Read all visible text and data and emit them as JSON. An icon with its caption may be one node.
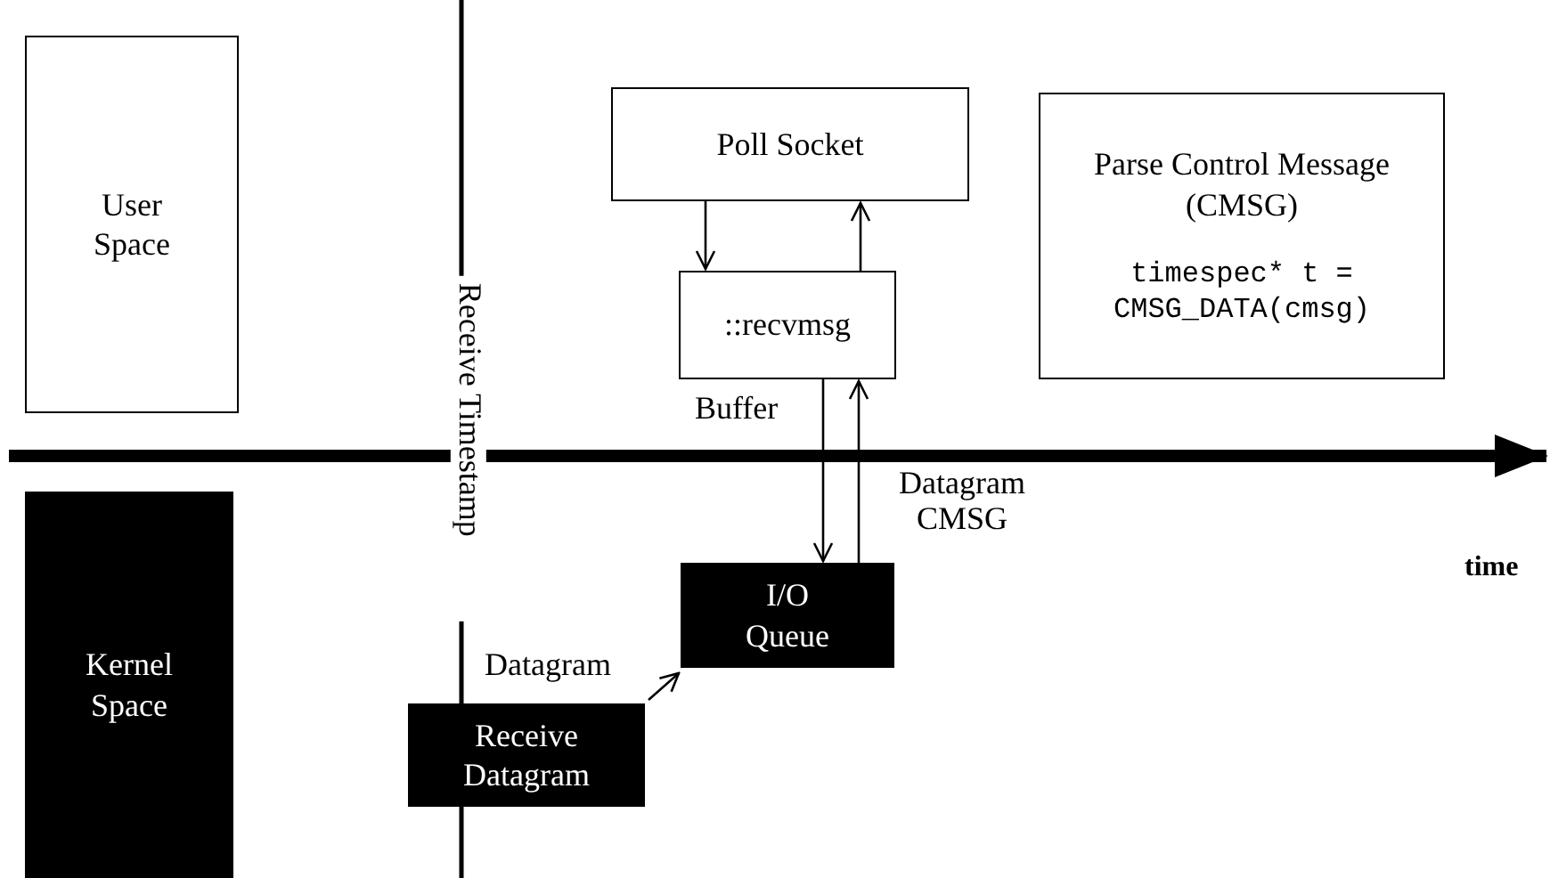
{
  "diagram": {
    "nodes": [
      {
        "text": [
          "User Space"
        ]
      },
      {
        "text": [
          "Kernel Space"
        ]
      },
      {
        "text": [
          "Poll Socket"
        ]
      },
      {
        "text": [
          "::recvmsg"
        ]
      },
      {
        "text": [
          "Parse Control Message (CMSG)",
          "timespec* t = CMSG_DATA(cmsg)"
        ]
      },
      {
        "text": [
          "I/O Queue"
        ]
      },
      {
        "text": [
          "Receive Datagram"
        ]
      }
    ],
    "edges": [
      {
        "from": 2,
        "to": 3,
        "arrow": "to"
      },
      {
        "from": 3,
        "to": 2,
        "arrow": "to"
      },
      {
        "from": 3,
        "to": 5,
        "arrow": "to",
        "label": "Buffer"
      },
      {
        "from": 5,
        "to": 3,
        "arrow": "to",
        "label": "Datagram CMSG"
      },
      {
        "from": 6,
        "to": 5,
        "arrow": "to",
        "label": "Datagram"
      }
    ],
    "labels": [
      "Receive Timestamp",
      "time"
    ]
  }
}
